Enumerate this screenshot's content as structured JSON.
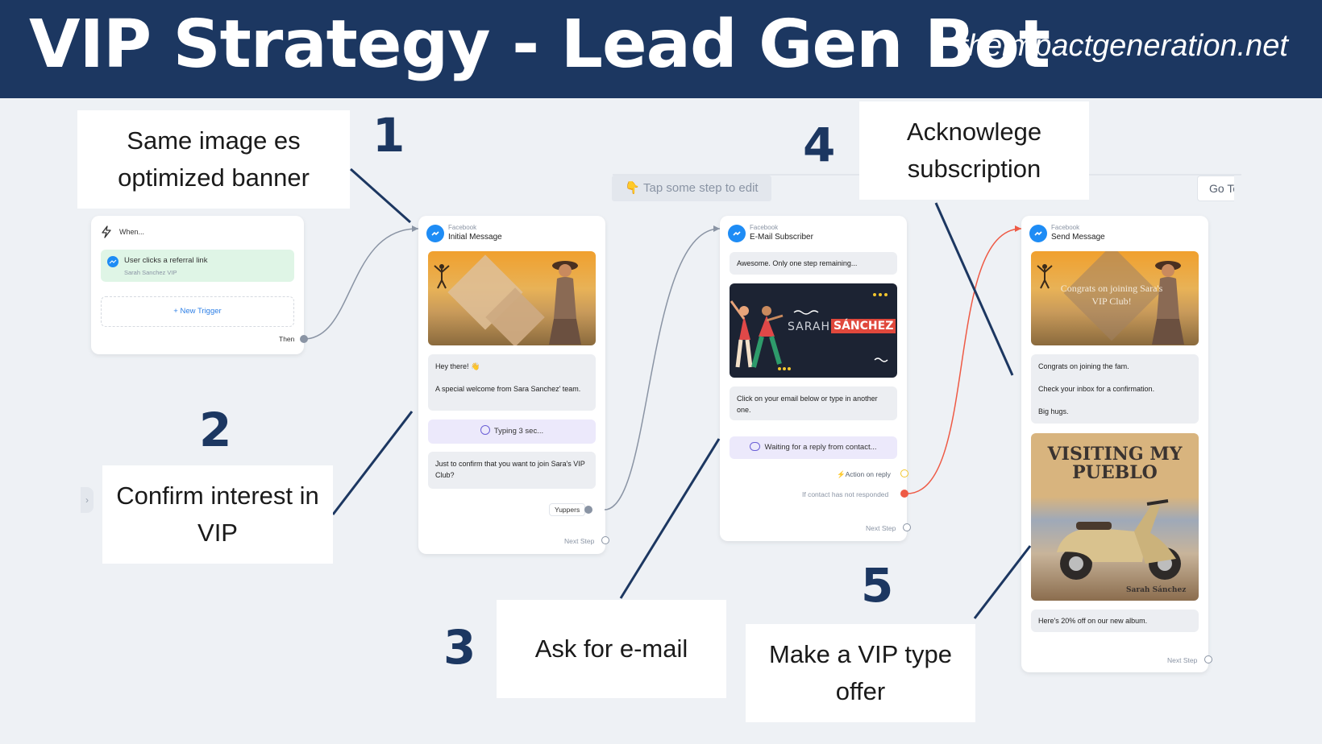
{
  "header": {
    "title": "VIP Strategy - Lead Gen Bot",
    "site": "theimpactgeneration.net"
  },
  "canvas": {
    "tap_hint": "👇 Tap some step to edit",
    "goto_label": "Go To"
  },
  "trigger_node": {
    "when_label": "When...",
    "trigger_text": "User clicks a referral link",
    "trigger_sub": "Sarah Sanchez VIP",
    "new_trigger": "+ New Trigger",
    "then_label": "Then"
  },
  "node1": {
    "source": "Facebook",
    "title": "Initial Message",
    "text1": "Hey there! 👋",
    "text2": "A special welcome from Sara Sanchez' team.",
    "typing": "Typing 3 sec...",
    "text3": "Just to confirm that you want to join Sara's VIP Club?",
    "button": "Yuppers",
    "next_step": "Next Step"
  },
  "node2": {
    "source": "Facebook",
    "title": "E-Mail Subscriber",
    "text1": "Awesome. Only one step remaining...",
    "image_name_left": "SARAH",
    "image_name_right": "SÁNCHEZ",
    "text2": "Click on your email below or type in another one.",
    "waiting": "Waiting for a reply from contact...",
    "action_reply": "Action on reply",
    "not_responded": "If contact has not responded",
    "next_step": "Next Step"
  },
  "node3": {
    "source": "Facebook",
    "title": "Send Message",
    "image_text": "Congrats on joining Sara's VIP Club!",
    "text1": "Congrats on joining the fam.",
    "text2": "Check your inbox for a confirmation.",
    "text3": "Big hugs.",
    "album_title_line1": "VISITING MY",
    "album_title_line2": "PUEBLO",
    "album_signature": "Sarah Sánchez",
    "text4": "Here's 20% off on our new album.",
    "next_step": "Next Step"
  },
  "callouts": {
    "c1": "Same image es optimized banner",
    "c2": "Confirm interest in VIP",
    "c3": "Ask for e-mail",
    "c4": "Acknowlege subscription",
    "c5": "Make a VIP type offer"
  },
  "steps": [
    "1",
    "2",
    "3",
    "4",
    "5"
  ],
  "colors": {
    "header_bg": "#1c3761",
    "messenger_blue": "#1e8cf5",
    "red_connector": "#ee5a45",
    "trigger_green": "#dff5e6"
  }
}
